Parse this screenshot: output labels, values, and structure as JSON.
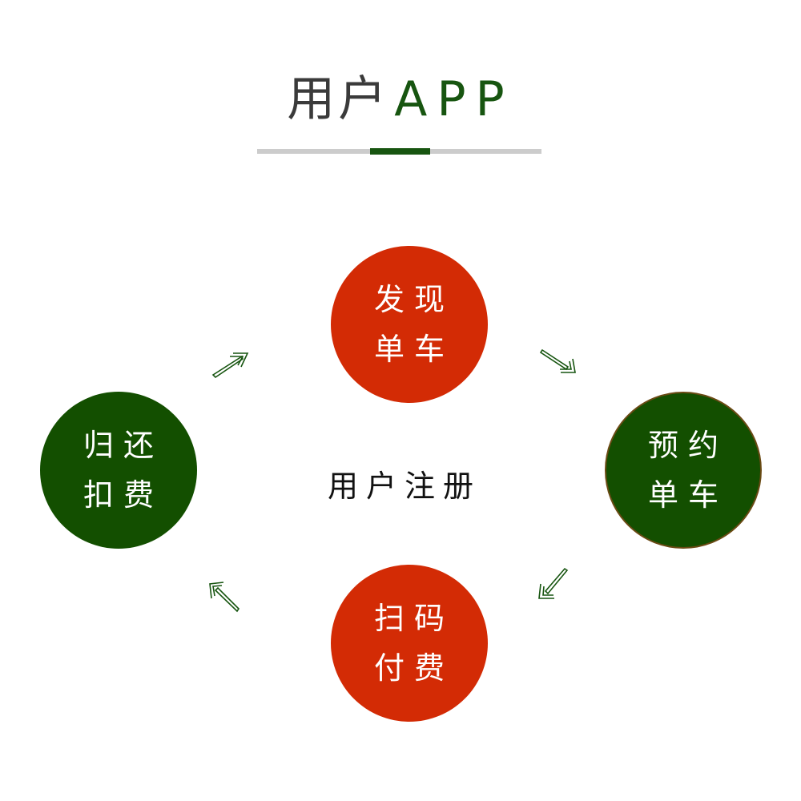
{
  "title": {
    "cn": "用户",
    "en": "APP"
  },
  "diagram": {
    "center_label": "用户注册",
    "nodes": [
      {
        "id": "top",
        "line1": "发现",
        "line2": "单车",
        "color": "#d32b05"
      },
      {
        "id": "right",
        "line1": "预约",
        "line2": "单车",
        "color": "#134f00"
      },
      {
        "id": "bottom",
        "line1": "扫码",
        "line2": "付费",
        "color": "#d32b05"
      },
      {
        "id": "left",
        "line1": "归还",
        "line2": "扣费",
        "color": "#134f00"
      }
    ],
    "arrows": [
      "arrow-up-right-icon",
      "arrow-down-right-icon",
      "arrow-down-left-icon",
      "arrow-up-left-icon"
    ]
  },
  "colors": {
    "accent_green": "#175510",
    "node_red": "#d32b05",
    "node_green": "#134f00",
    "divider_gray": "#cccccc"
  }
}
